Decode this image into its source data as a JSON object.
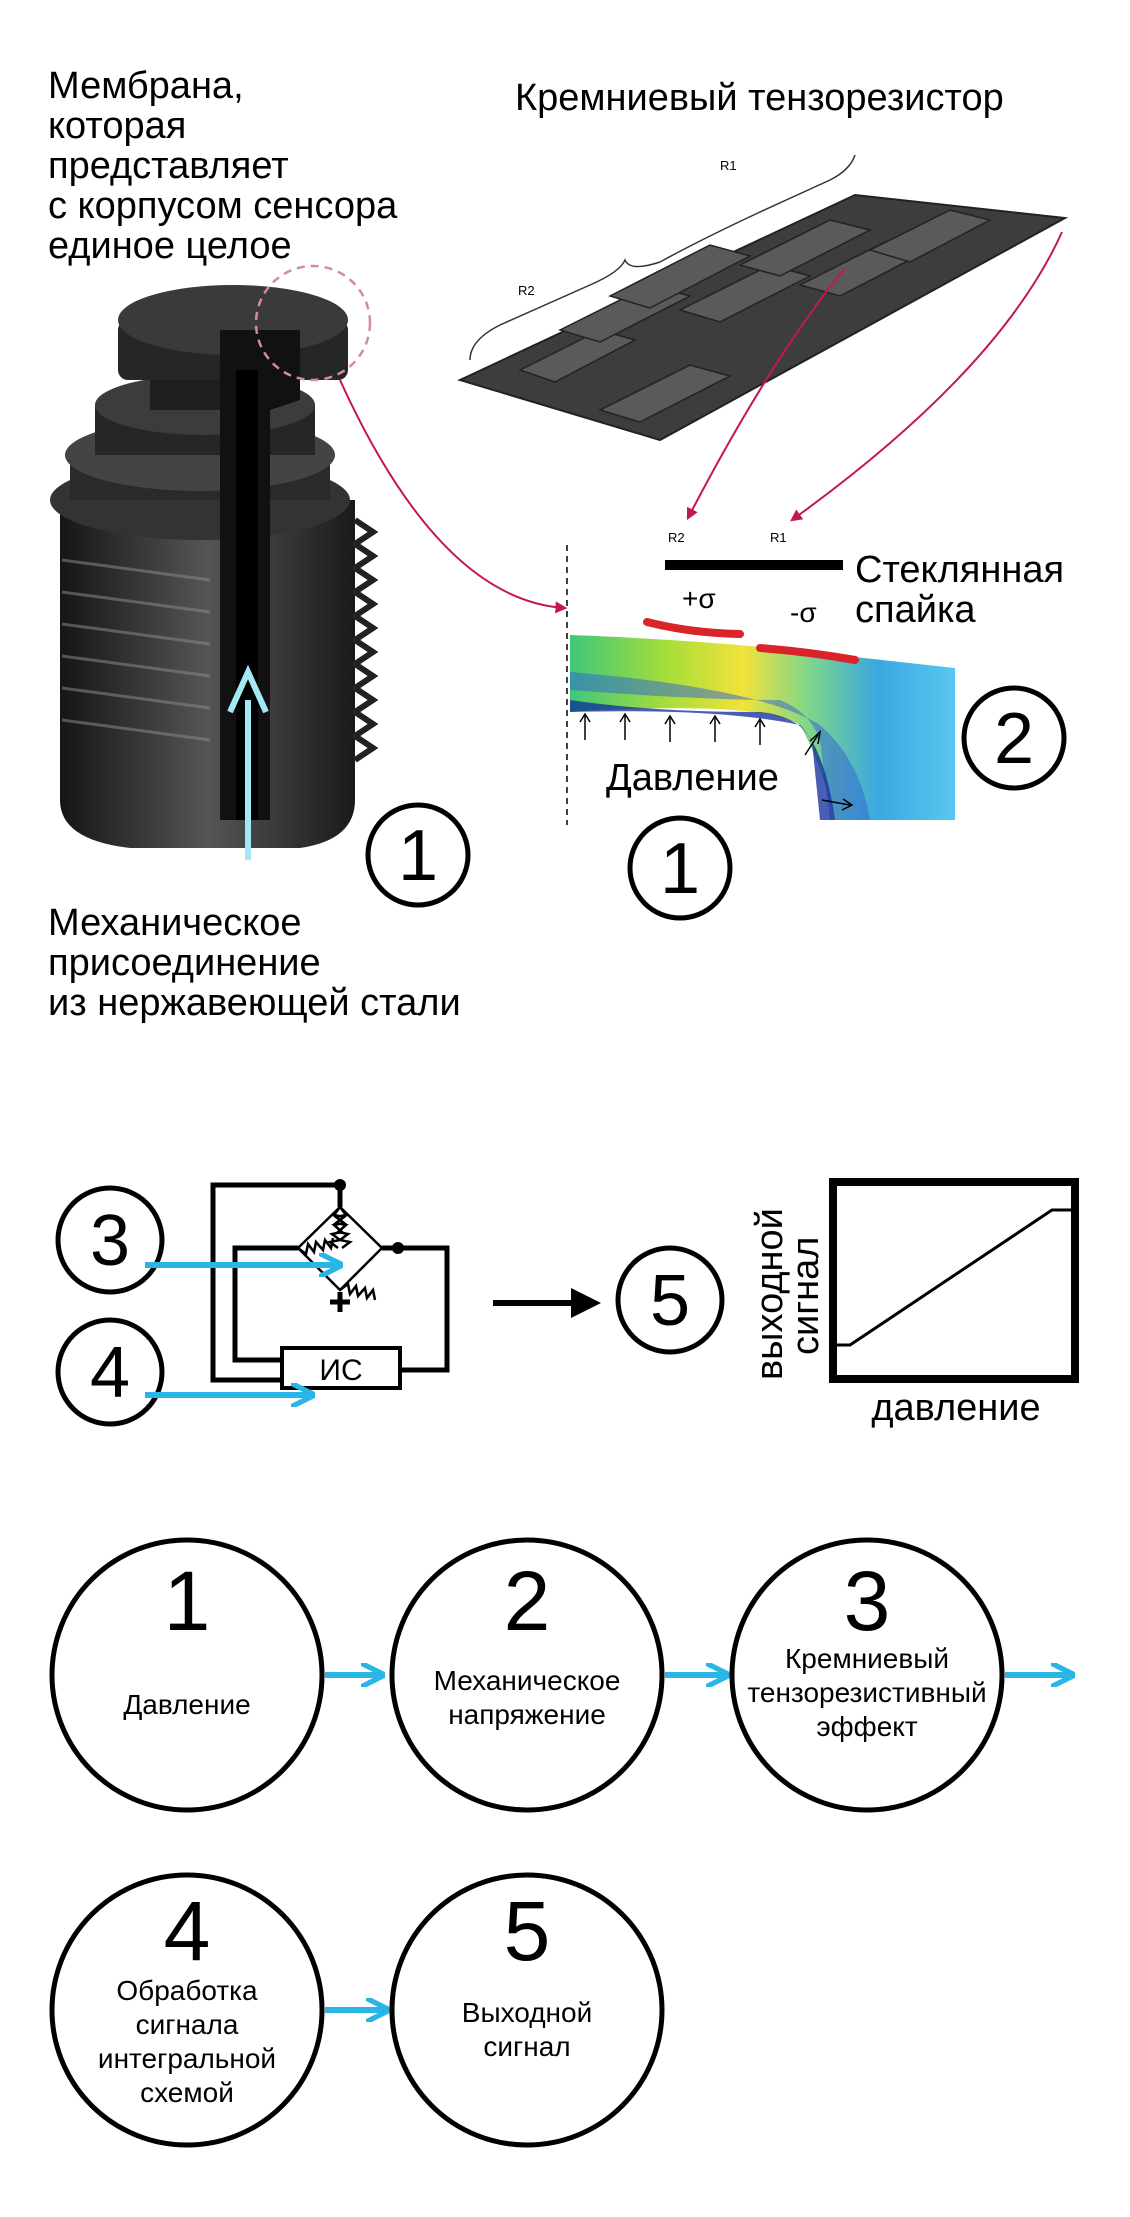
{
  "colors": {
    "arrow_cyan": "#29b6e6",
    "stress_red": "#d9252a",
    "link_pink": "#c2185b",
    "dark_metal": "#2a2a2a"
  },
  "top": {
    "membrane_label": [
      "Мембрана,",
      "которая",
      "представляет",
      "с корпусом сенсора",
      "единое целое"
    ],
    "silicon_title": "Кремниевый тензорезистор",
    "r1": "R1",
    "r2": "R2",
    "glass_label": [
      "Стеклянная",
      "спайка"
    ],
    "plus_sigma": "+σ",
    "minus_sigma": "-σ",
    "pressure_label": "Давление",
    "mech_label": [
      "Механическое",
      "присоединение",
      "из нержавеющей стали"
    ],
    "badge_1a": "1",
    "badge_1b": "1",
    "badge_2": "2"
  },
  "middle": {
    "badge_3": "3",
    "badge_4": "4",
    "badge_5": "5",
    "ic_label": "ИС",
    "y_axis_label": [
      "выходной",
      "сигнал"
    ],
    "x_axis_label": "давление"
  },
  "flow": [
    {
      "num": "1",
      "lines": [
        "Давление"
      ]
    },
    {
      "num": "2",
      "lines": [
        "Механическое",
        "напряжение"
      ]
    },
    {
      "num": "3",
      "lines": [
        "Кремниевый",
        "тензорезистивный",
        "эффект"
      ]
    },
    {
      "num": "4",
      "lines": [
        "Обработка",
        "сигнала",
        "интегральной",
        "схемой"
      ]
    },
    {
      "num": "5",
      "lines": [
        "Выходной",
        "сигнал"
      ]
    }
  ]
}
